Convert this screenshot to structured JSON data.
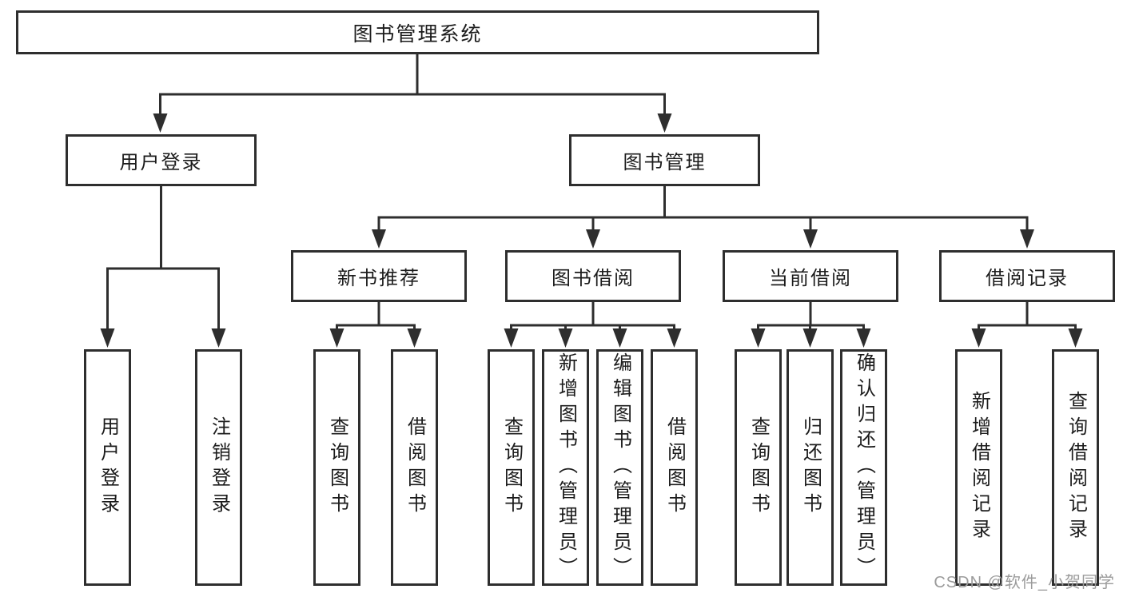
{
  "tree": {
    "label": "图书管理系统",
    "children": [
      {
        "label": "用户登录",
        "children": [
          {
            "label": "用户登录"
          },
          {
            "label": "注销登录"
          }
        ]
      },
      {
        "label": "图书管理",
        "children": [
          {
            "label": "新书推荐",
            "children": [
              {
                "label": "查询图书"
              },
              {
                "label": "借阅图书"
              }
            ]
          },
          {
            "label": "图书借阅",
            "children": [
              {
                "label": "查询图书"
              },
              {
                "label": "新增图书（管理员）"
              },
              {
                "label": "编辑图书（管理员）"
              },
              {
                "label": "借阅图书"
              }
            ]
          },
          {
            "label": "当前借阅",
            "children": [
              {
                "label": "查询图书"
              },
              {
                "label": "归还图书"
              },
              {
                "label": "确认归还（管理员）"
              }
            ]
          },
          {
            "label": "借阅记录",
            "children": [
              {
                "label": "新增借阅记录"
              },
              {
                "label": "查询借阅记录"
              }
            ]
          }
        ]
      }
    ]
  },
  "watermark": {
    "text": "CSDN @软件_小贺同学"
  },
  "colors": {
    "line": "#2e2e2e",
    "text": "#1c1c1c",
    "watermark": "#9b9b9b",
    "background": "#ffffff"
  }
}
